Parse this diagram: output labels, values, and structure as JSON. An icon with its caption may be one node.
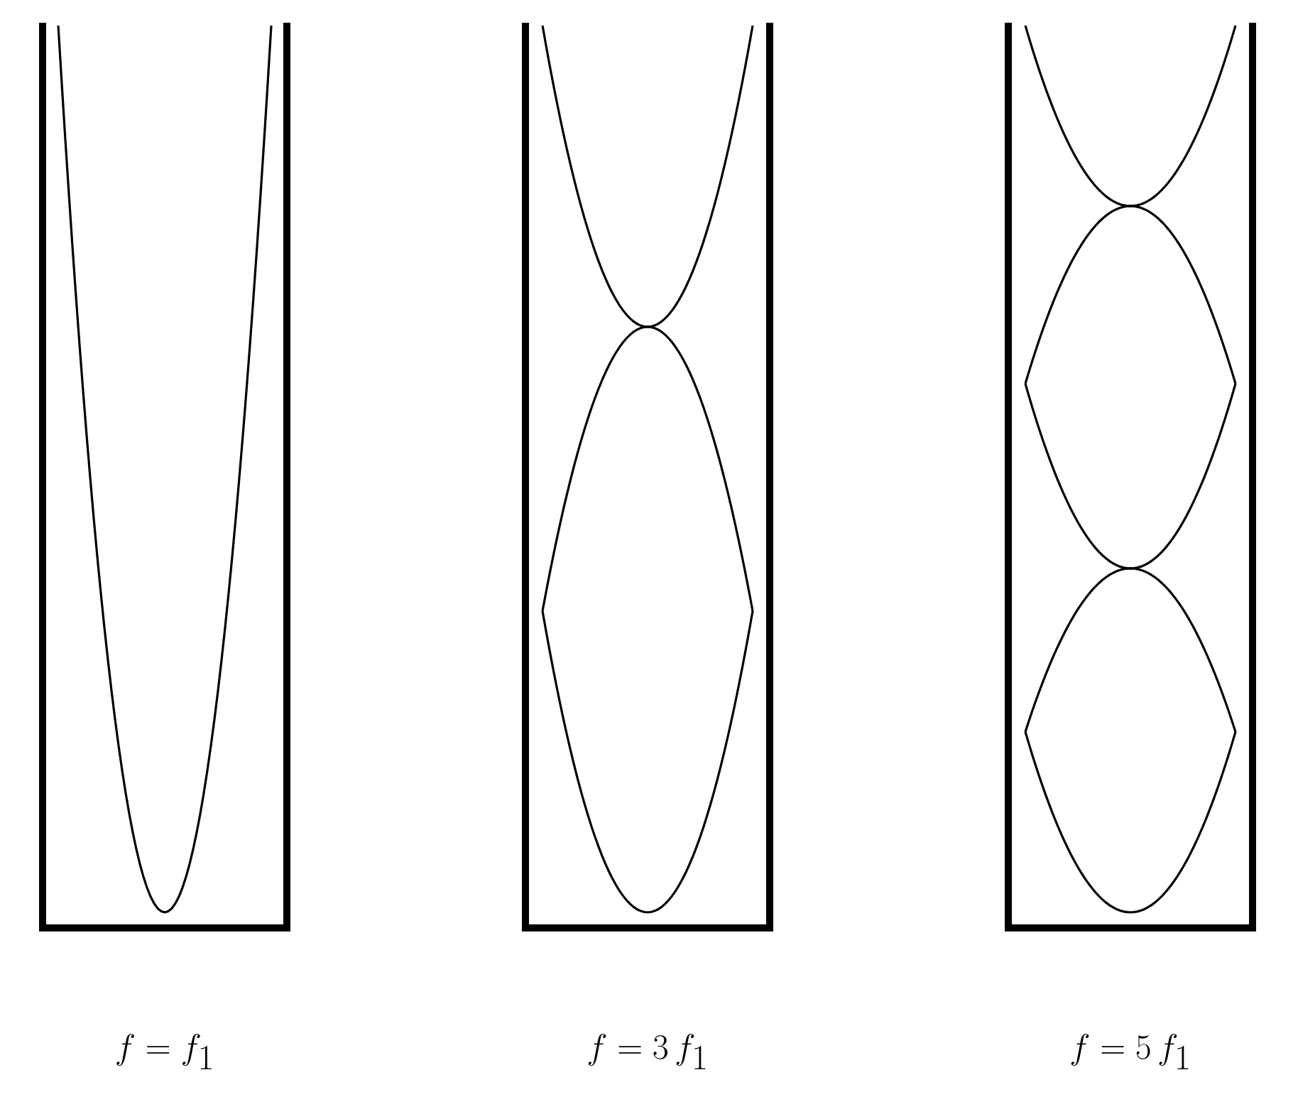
{
  "diagram": {
    "labels": [
      "f = f_1",
      "f = 3\\,f_1",
      "f = 5\\,f_1"
    ]
  }
}
